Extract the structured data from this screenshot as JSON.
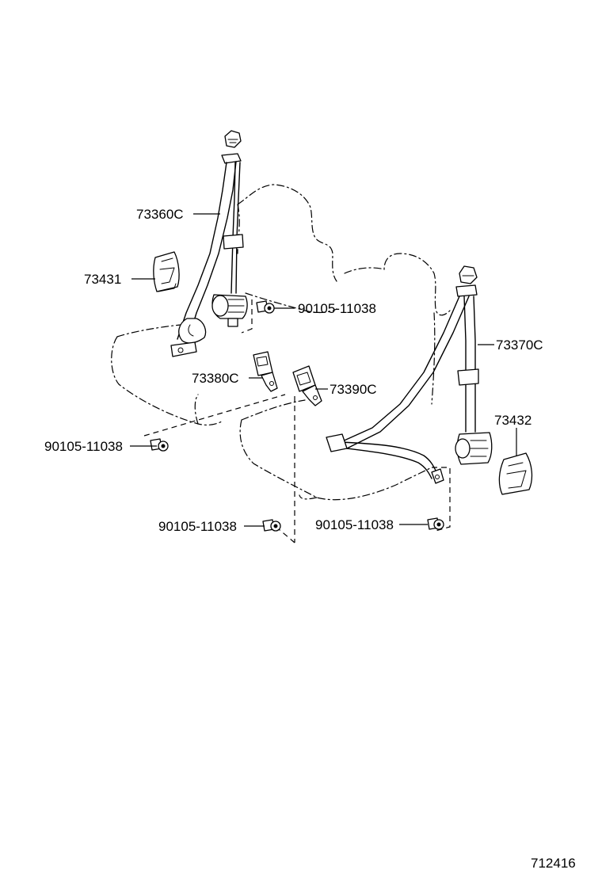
{
  "diagram": {
    "labels": {
      "belt_front_right": "73360C",
      "cover_left": "73431",
      "bolt_upper": "90105-11038",
      "belt_front_left": "73370C",
      "buckle_inner": "73380C",
      "buckle_outer": "73390C",
      "cover_right": "73432",
      "bolt_left": "90105-11038",
      "bolt_center": "90105-11038",
      "bolt_right": "90105-11038"
    },
    "figure_number": "712416"
  }
}
